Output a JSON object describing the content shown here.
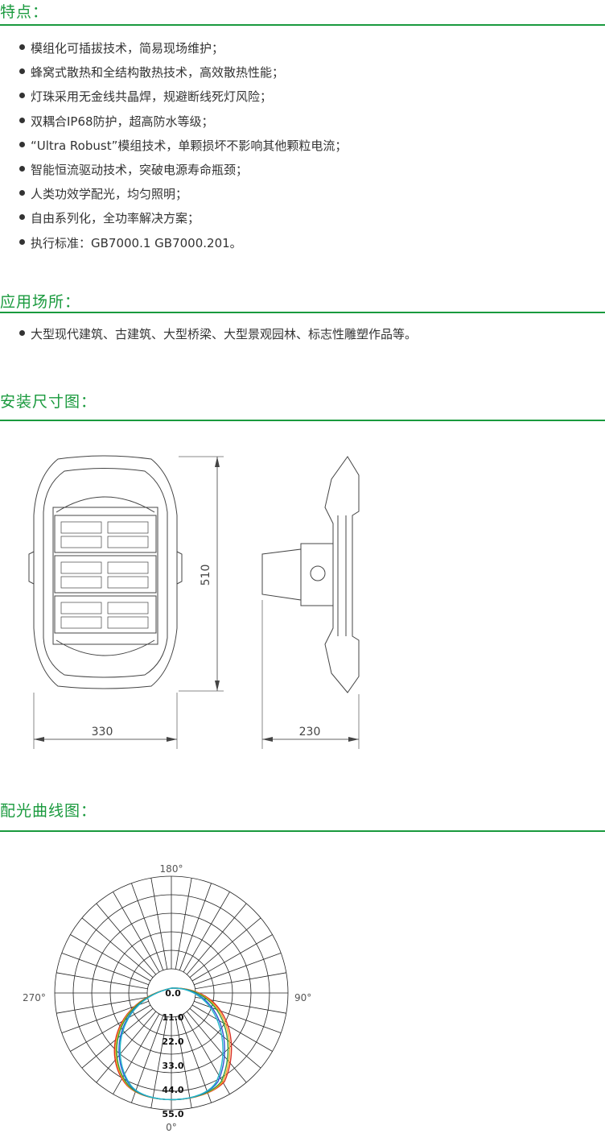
{
  "features": {
    "title": "特点：",
    "items": [
      "模组化可插拔技术，简易现场维护；",
      "蜂窝式散热和全结构散热技术，高效散热性能；",
      "灯珠采用无金线共晶焊，规避断线死灯风险；",
      "双耦合IP68防护，超高防水等级；",
      "“Ultra Robust”模组技术，单颗损坏不影响其他颗粒电流；",
      "智能恒流驱动技术，突破电源寿命瓶颈；",
      "人类功效学配光，均匀照明；",
      "自由系列化，全功率解决方案；",
      "执行标准：GB7000.1  GB7000.201。"
    ]
  },
  "applications": {
    "title": "应用场所：",
    "items": [
      "大型现代建筑、古建筑、大型桥梁、大型景观园林、标志性雕塑作品等。"
    ]
  },
  "dimensions": {
    "title": "安装尺寸图：",
    "height_label": "510",
    "width_label": "330",
    "depth_label": "230"
  },
  "light_curve": {
    "title": "配光曲线图：",
    "angle_top": "180°",
    "angle_right": "90°",
    "angle_left": "270°",
    "angle_bottom": "0°",
    "ring_labels": [
      "0.0",
      "11.0",
      "22.0",
      "33.0",
      "44.0",
      "55.0"
    ]
  },
  "colors": {
    "accent": "#1a9a3e",
    "curve_1": "#d93025",
    "curve_2": "#f5a623",
    "curve_3": "#2e9e3e",
    "curve_4": "#2f56d6",
    "curve_5": "#22b8c8"
  }
}
